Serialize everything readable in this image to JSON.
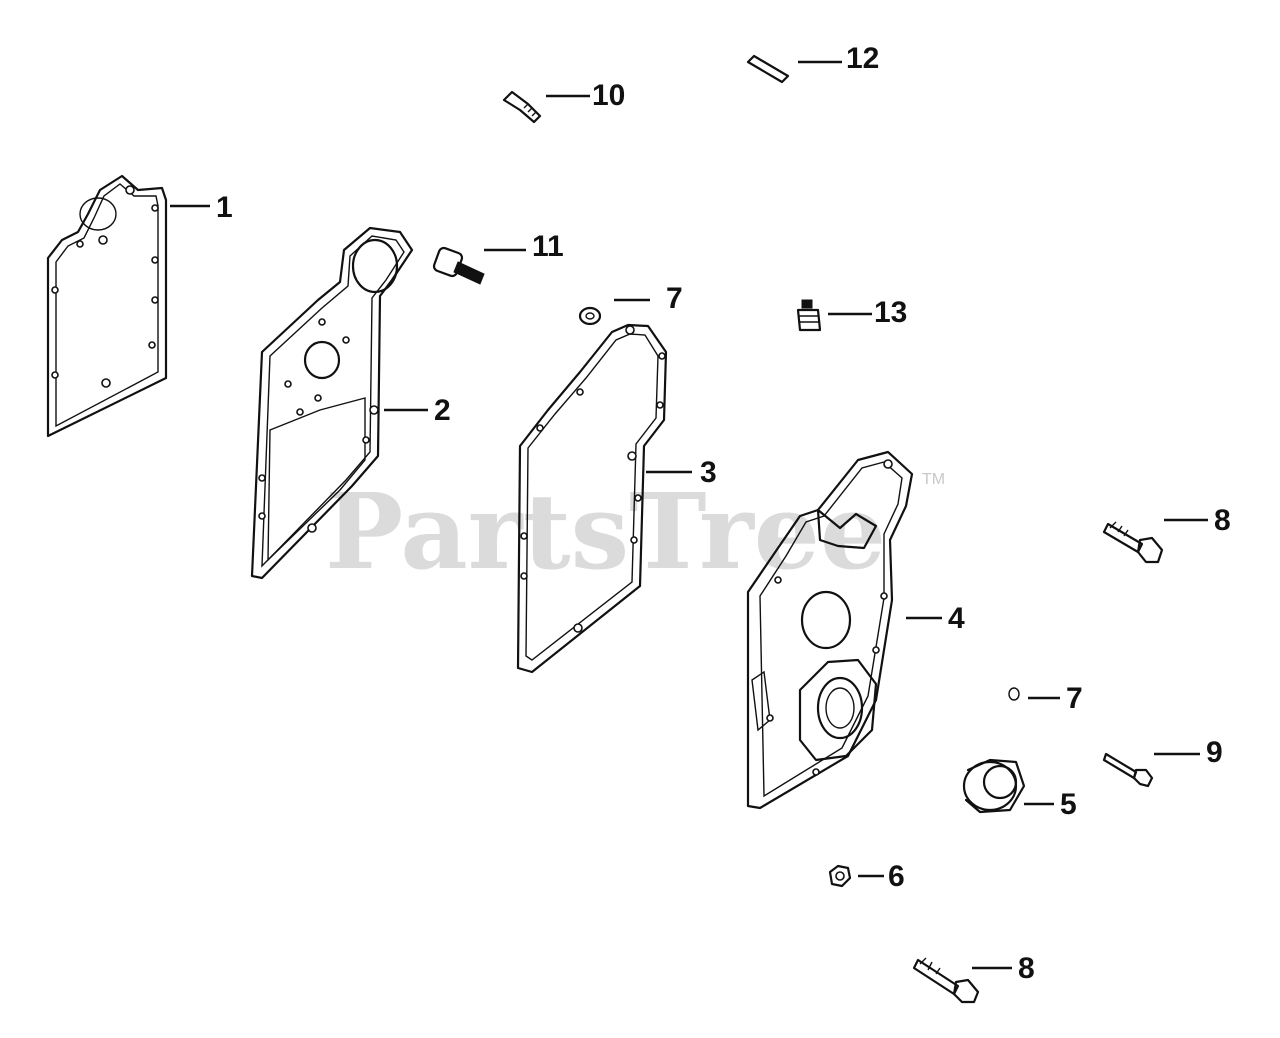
{
  "watermark": {
    "text": "PartsTree",
    "mark": "TM"
  },
  "callouts": {
    "c1": "1",
    "c2": "2",
    "c3": "3",
    "c4": "4",
    "c5": "5",
    "c6": "6",
    "c7a": "7",
    "c7b": "7",
    "c8a": "8",
    "c8b": "8",
    "c9": "9",
    "c10": "10",
    "c11": "11",
    "c12": "12",
    "c13": "13"
  },
  "colors": {
    "line": "#111111",
    "watermark": "#cfcfcf",
    "background": "#ffffff"
  }
}
